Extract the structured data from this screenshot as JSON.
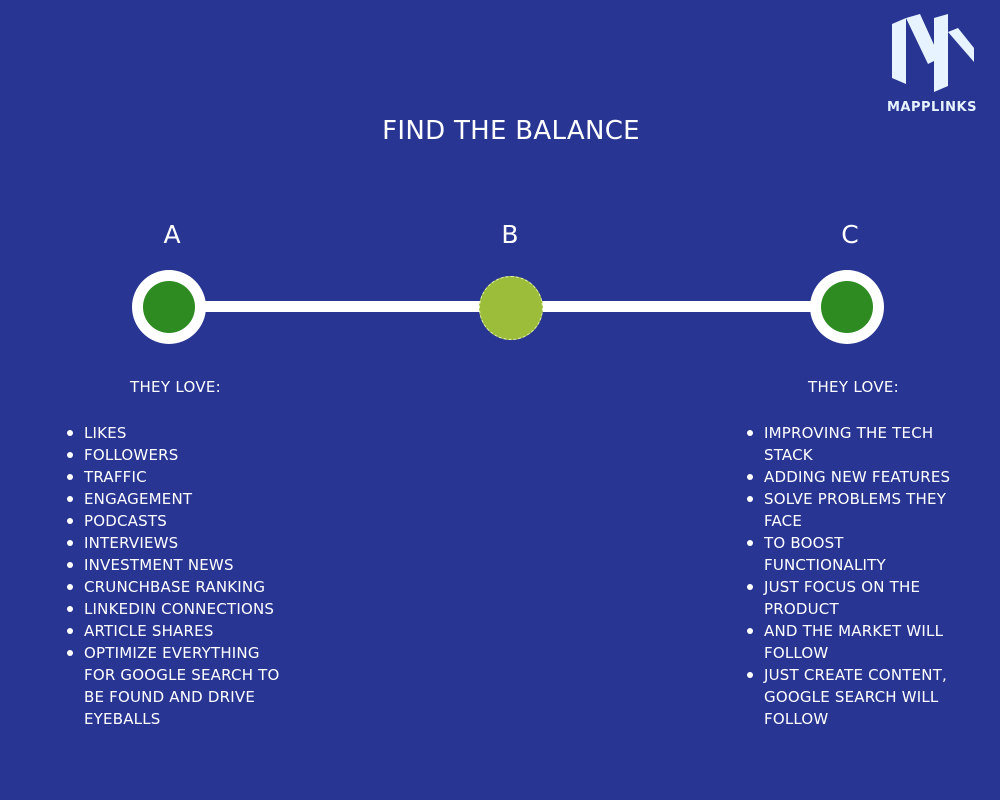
{
  "logo": {
    "text": "MAPPLINKS",
    "icon": "mapplinks-logo-icon",
    "color": "#e7f3ff"
  },
  "title": "FIND THE BALANCE",
  "scale": {
    "labels": [
      "A",
      "B",
      "C"
    ],
    "colors": {
      "background": "#283593",
      "line": "#ffffff",
      "end_node": "#2e8b22",
      "middle_node": "#9bbd3a"
    }
  },
  "left": {
    "heading": "THEY LOVE:",
    "items": [
      "LIKES",
      "FOLLOWERS",
      "TRAFFIC",
      "ENGAGEMENT",
      "PODCASTS",
      "INTERVIEWS",
      "INVESTMENT NEWS",
      "CRUNCHBASE RANKING",
      "LINKEDIN CONNECTIONS",
      "ARTICLE SHARES",
      "OPTIMIZE EVERYTHING FOR GOOGLE SEARCH TO BE FOUND AND DRIVE EYEBALLS"
    ]
  },
  "right": {
    "heading": "THEY LOVE:",
    "items": [
      "IMPROVING THE TECH STACK",
      "ADDING NEW FEATURES",
      "SOLVE PROBLEMS THEY FACE",
      "TO BOOST FUNCTIONALITY",
      "JUST FOCUS ON THE PRODUCT",
      "AND THE MARKET WILL FOLLOW",
      "JUST CREATE CONTENT, GOOGLE SEARCH WILL FOLLOW"
    ]
  }
}
